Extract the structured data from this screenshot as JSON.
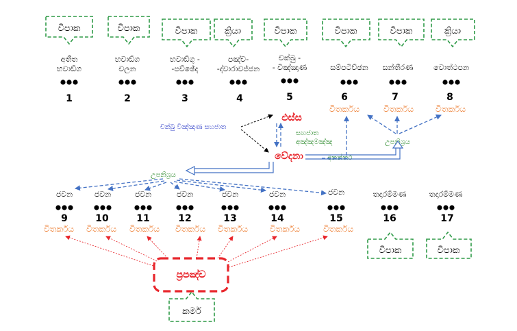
{
  "top_boxes": [
    {
      "text": "විපාක"
    },
    {
      "text": "විපාක"
    },
    {
      "text": "විපාක"
    },
    {
      "text": "ක්‍රියා"
    },
    {
      "text": "විපාක"
    },
    {
      "text": "විපාක"
    },
    {
      "text": "විපාක"
    },
    {
      "text": "ක්‍රියා"
    }
  ],
  "top_stages": [
    {
      "line1": "අතීත",
      "line2": "භවාඞ්ග",
      "number": "1"
    },
    {
      "line1": "භවාඞ්ග",
      "line2": "චලන",
      "number": "2"
    },
    {
      "line1": "භවාඞ්ගු -",
      "line2": "-පච්ඡේද",
      "number": "3"
    },
    {
      "line1": "පඤ්ච-",
      "line2": "-ද්වාරාවජ්ජන",
      "number": "4"
    },
    {
      "line1": "චක්ඛු -",
      "line2": "- විඤ්ඤාණ",
      "number": "5"
    },
    {
      "line1": "සම්පටිච්ඡන",
      "line2": "",
      "number": "6"
    },
    {
      "line1": "සන්තීරණ",
      "line2": "",
      "number": "7"
    },
    {
      "line1": "වොත්ථපන",
      "line2": "",
      "number": "8"
    }
  ],
  "vitarkaya_top": [
    "විතර්කය",
    "විතර්කය",
    "විතර්කය"
  ],
  "middle": {
    "phassa": "ඵස්ස",
    "vedana": "වේදනා",
    "left_note": "චක්ඛු විඤ්ඤාණ සහජාත",
    "sahajata_1": "සහජාත",
    "sahajata_2": "අඤ්ඤමඤ්ඤ",
    "anantara": "අනන්තර",
    "upanissaya_right": "උපනිශ්‍රය",
    "upanissaya_left": "උපනිශ්‍රය"
  },
  "bottom_stages": [
    {
      "label": "ජවන",
      "number": "9",
      "vitarkaya": "විතර්කය"
    },
    {
      "label": "ජවන",
      "number": "10",
      "vitarkaya": "විතර්කය"
    },
    {
      "label": "ජවන",
      "number": "11",
      "vitarkaya": "විතර්කය"
    },
    {
      "label": "ජවන",
      "number": "12",
      "vitarkaya": "විතර්කය"
    },
    {
      "label": "ජවන",
      "number": "13",
      "vitarkaya": "විතර්කය"
    },
    {
      "label": "ජවන",
      "number": "14",
      "vitarkaya": "විතර්කය"
    },
    {
      "label": "ජවන",
      "number": "15",
      "vitarkaya": "විතර්කය"
    },
    {
      "label": "තදාරම්මණ",
      "number": "16",
      "vitarkaya": ""
    },
    {
      "label": "තදාරම්මණ",
      "number": "17",
      "vitarkaya": ""
    }
  ],
  "bottom_boxes": [
    {
      "text": "විපාක"
    },
    {
      "text": "විපාක"
    }
  ],
  "papanca": "ප්‍රපඤ්ච",
  "kamma": "කර්ම"
}
